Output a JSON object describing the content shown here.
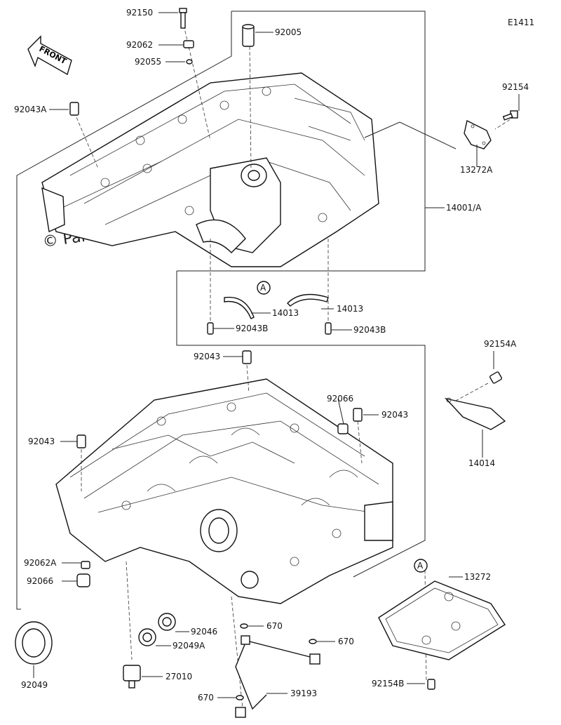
{
  "diagram_code": "E1411",
  "watermark": "© Partzilla.com",
  "front_label": "FRONT",
  "ref_marker": "A",
  "parts": {
    "p92150": "92150",
    "p92062": "92062",
    "p92055": "92055",
    "p92005": "92005",
    "p92043A": "92043A",
    "p92154": "92154",
    "p13272A": "13272A",
    "p14001A": "14001/A",
    "p14013_left": "14013",
    "p14013_right": "14013",
    "p92043B_left": "92043B",
    "p92043B_right": "92043B",
    "p92154A": "92154A",
    "p92043_top": "92043",
    "p92066_top": "92066",
    "p92043_right": "92043",
    "p92043_left": "92043",
    "p14014": "14014",
    "p13272": "13272",
    "p92062A": "92062A",
    "p92066_bottom": "92066",
    "p92046": "92046",
    "p92049A": "92049A",
    "p670_a": "670",
    "p670_b": "670",
    "p670_c": "670",
    "p27010": "27010",
    "p39193": "39193",
    "p92049": "92049",
    "p92154B": "92154B"
  }
}
